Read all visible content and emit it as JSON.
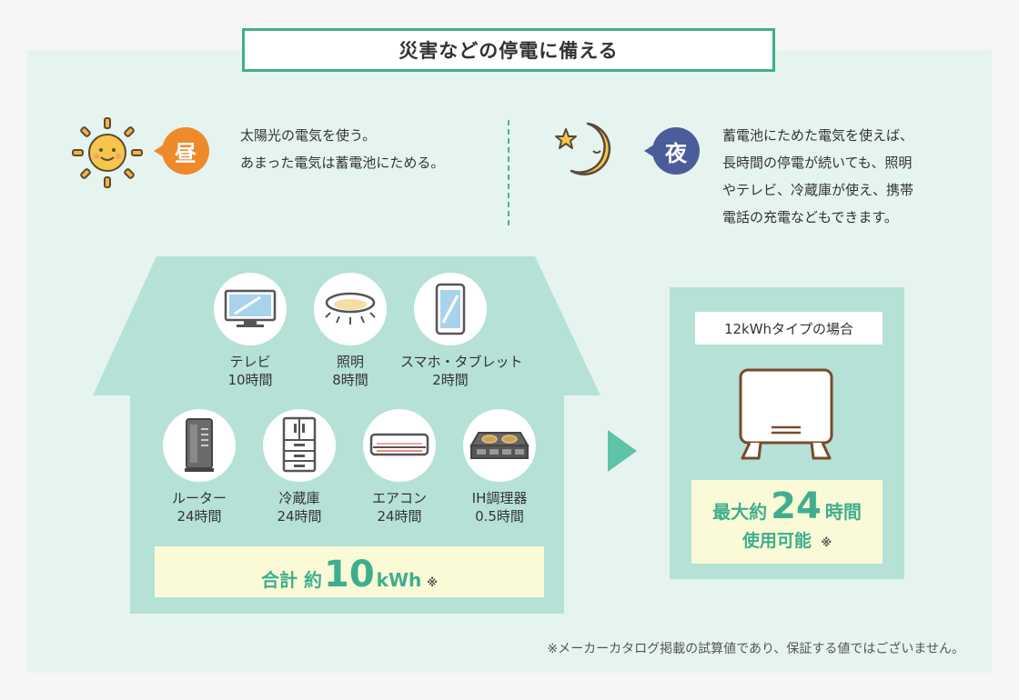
{
  "title": "災害などの停電に備える",
  "day": {
    "badge": "昼",
    "text": "太陽光の電気を使う。\nあまった電気は蓄電池にためる。"
  },
  "night": {
    "badge": "夜",
    "text": "蓄電池にためた電気を使えば、\n長時間の停電が続いても、照明\nやテレビ、冷蔵庫が使え、携帯\n電話の充電などもできます。"
  },
  "appliances": [
    {
      "name": "テレビ",
      "hours": "10時間",
      "icon": "tv-icon"
    },
    {
      "name": "照明",
      "hours": "8時間",
      "icon": "ceiling-light-icon"
    },
    {
      "name": "スマホ・タブレット",
      "hours": "2時間",
      "icon": "smartphone-icon"
    },
    {
      "name": "ルーター",
      "hours": "24時間",
      "icon": "router-icon"
    },
    {
      "name": "冷蔵庫",
      "hours": "24時間",
      "icon": "refrigerator-icon"
    },
    {
      "name": "エアコン",
      "hours": "24時間",
      "icon": "air-conditioner-icon"
    },
    {
      "name": "IH調理器",
      "hours": "0.5時間",
      "icon": "ih-cooktop-icon"
    }
  ],
  "total": {
    "label": "合計 約",
    "value": "10",
    "unit": "kWh",
    "mark": "※"
  },
  "battery": {
    "type_label": "12kWhタイプの場合",
    "prefix": "最大約",
    "hours": "24",
    "suffix": "時間",
    "usage": "使用可能",
    "mark": "※"
  },
  "footnote": "※メーカーカタログ掲載の試算値であり、保証する値ではございません。",
  "colors": {
    "accent": "#3fae8d",
    "house": "#b6e1d6",
    "panel": "#e6f4ef",
    "day": "#ef8a2c",
    "night": "#4a5c9a",
    "highlight": "#fafad7"
  }
}
